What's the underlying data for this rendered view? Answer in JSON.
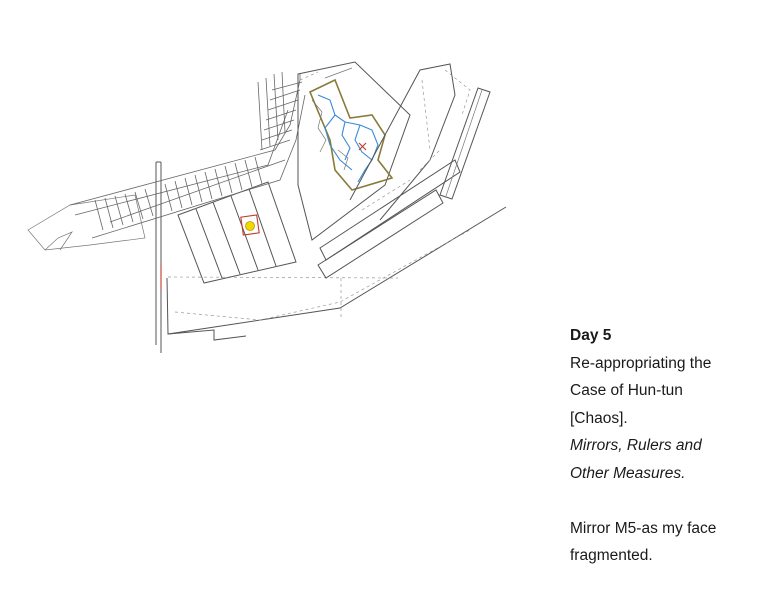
{
  "caption": {
    "title": "Day 5",
    "line1": "Re-appropriating the",
    "line2": "Case of Hun-tun",
    "line3": "[Chaos].",
    "italic1": "Mirrors, Rulers and",
    "italic2": "Other Measures.",
    "note1": "Mirror M5-as my face",
    "note2": "fragmented."
  },
  "colors": {
    "line": "#555555",
    "boundary": "#8a7a3a",
    "water": "#3a8ad6",
    "marker": "#c0392b",
    "highlight": "#f2d800"
  }
}
